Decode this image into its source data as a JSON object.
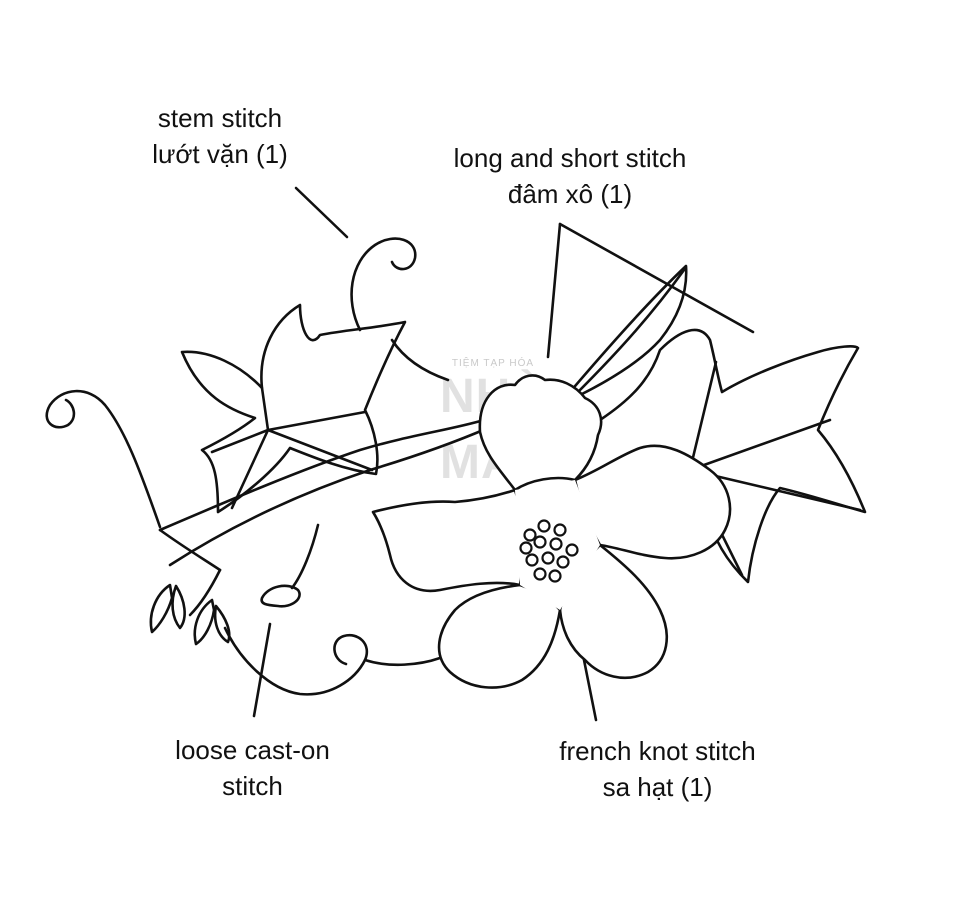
{
  "labels": {
    "stem": {
      "line1": "stem stitch",
      "line2": "lướt vặn (1)"
    },
    "long_short": {
      "line1": "long and short stitch",
      "line2": "đâm xô (1)"
    },
    "cast_on": {
      "line1": "loose cast-on",
      "line2": "stitch"
    },
    "french_knot": {
      "line1": "french knot stitch",
      "line2": "sa hạt (1)"
    }
  },
  "watermark": {
    "small": "TIỆM TẠP HÓA",
    "line1": "NHÀ",
    "line2": "MÁY"
  },
  "colors": {
    "ink": "#111111",
    "background": "#ffffff",
    "watermark": "#c9c9c9"
  }
}
